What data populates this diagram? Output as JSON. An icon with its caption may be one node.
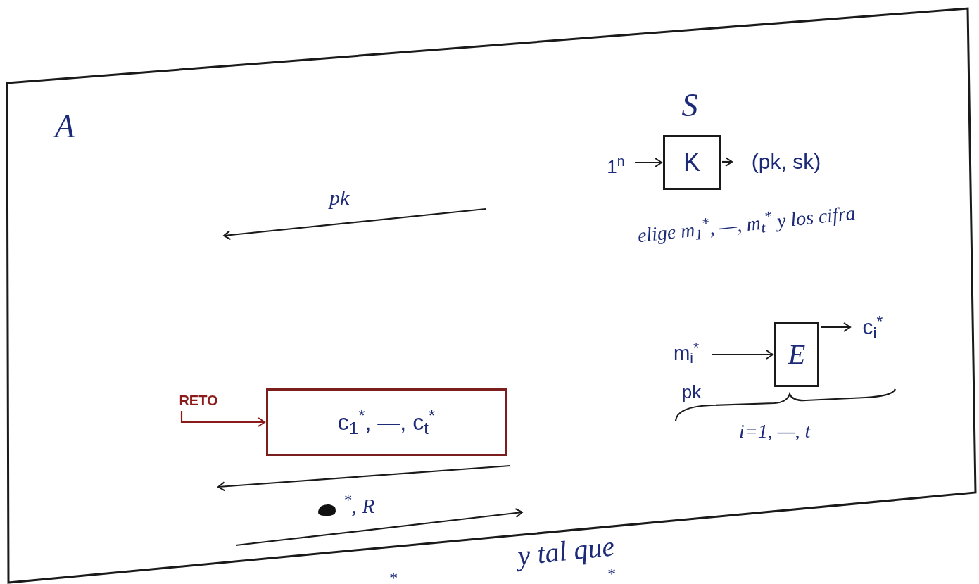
{
  "diagram": {
    "nodes": [
      {
        "text": [],
        "shape": "box"
      },
      {
        "text": [
          "A"
        ],
        "in": 0
      },
      {
        "text": [
          "S"
        ],
        "in": 0
      },
      {
        "text": [
          "1$^{n}$"
        ],
        "in": 0
      },
      {
        "text": [
          "K"
        ],
        "in": 0
      },
      {
        "text": [
          "(pk, sk)"
        ],
        "in": 0
      },
      {
        "text": [
          "m$_{i}$$^{*}$"
        ],
        "in": 0
      },
      {
        "text": [
          "pk"
        ],
        "in": 0
      },
      {
        "text": [
          "E"
        ],
        "in": 0
      },
      {
        "text": [
          "c$_{i}$$^{*}$"
        ],
        "in": 0
      },
      {
        "text": [
          "RETO"
        ],
        "in": 0
      },
      {
        "text": [
          "c$_{1}$$^{*}$, —, c$_{t}$$^{*}$"
        ],
        "in": 0
      }
    ],
    "edges": [
      {
        "from": 3,
        "to": 4,
        "arrow": "to"
      },
      {
        "from": 4,
        "to": 5,
        "arrow": "to"
      },
      {
        "from": 6,
        "to": 8,
        "arrow": "to"
      },
      {
        "from": 8,
        "to": 9,
        "arrow": "to"
      },
      {
        "from": 10,
        "to": 11,
        "arrow": "to",
        "color": "#8b1a1a"
      }
    ],
    "labels": [
      "pk",
      "elige m$_{1}$$^{*}$, —, m$_{t}$$^{*}$ y los cifra",
      "i=1, —, t",
      "$^{*}$, R",
      "y tal que",
      "*",
      "*"
    ]
  }
}
